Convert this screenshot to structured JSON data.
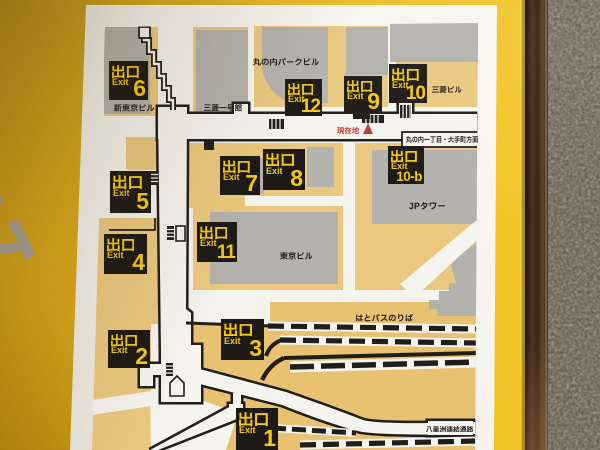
{
  "poster": {
    "left_partial_text": "ム",
    "current_location_label": "現在地",
    "direction_sign": "丸の内一丁目・大手町方面"
  },
  "exit_box": {
    "kanji": "出口",
    "en": "Exit"
  },
  "exits": [
    {
      "number": "6"
    },
    {
      "number": "5"
    },
    {
      "number": "4"
    },
    {
      "number": "2"
    },
    {
      "number": "1"
    },
    {
      "number": "3"
    },
    {
      "number": "11"
    },
    {
      "number": "7"
    },
    {
      "number": "8"
    },
    {
      "number": "12"
    },
    {
      "number": "9"
    },
    {
      "number": "10"
    },
    {
      "number": "10-b"
    }
  ],
  "buildings": {
    "shintokyo": "新東京ビル",
    "ichigokan": "三菱一号館",
    "parkbldg": "丸の内パークビル",
    "mitsubishibldg": "三菱ビル",
    "jptower": "JPタワー",
    "tokyobldg": "東京ビル",
    "hatobus": "はとバスのりば",
    "yaesu": "八重洲連結通路"
  },
  "colors": {
    "poster_yellow": "#eec125",
    "panel_white": "#f6f4ef",
    "block_tan": "#eac87f",
    "building_gray": "#b4b2ac",
    "line_black": "#211e1a",
    "exit_text_yellow": "#f4c810",
    "current_location_red": "#c0392b",
    "wall_dark": "#57524a",
    "frame_brown": "#46291c"
  }
}
